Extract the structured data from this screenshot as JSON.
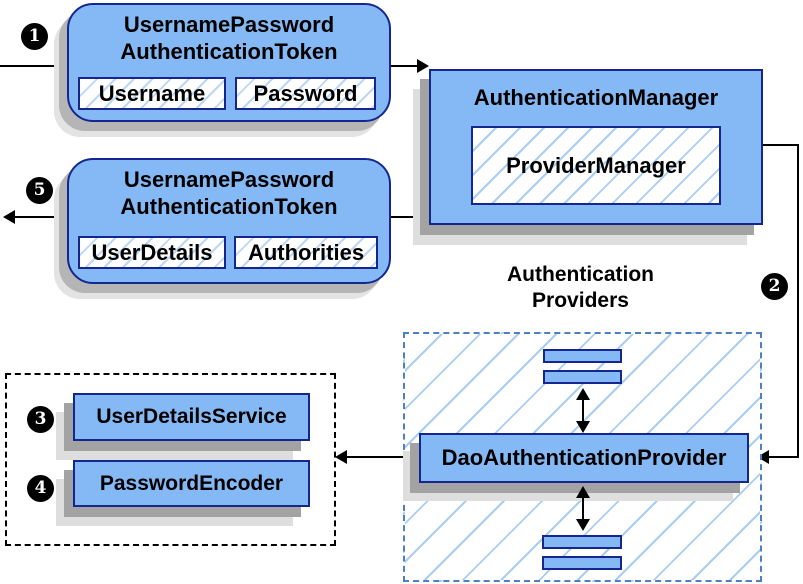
{
  "steps": {
    "s1": "1",
    "s2": "2",
    "s3": "3",
    "s4": "4",
    "s5": "5"
  },
  "request_token": {
    "title_line1": "UsernamePassword",
    "title_line2": "AuthenticationToken",
    "field_username": "Username",
    "field_password": "Password"
  },
  "authentication_manager": {
    "title": "AuthenticationManager",
    "provider_manager": "ProviderManager"
  },
  "result_token": {
    "title_line1": "UsernamePassword",
    "title_line2": "AuthenticationToken",
    "field_user_details": "UserDetails",
    "field_authorities": "Authorities"
  },
  "authentication_providers": {
    "heading_line1": "Authentication",
    "heading_line2": "Providers",
    "dao_provider": "DaoAuthenticationProvider"
  },
  "services": {
    "user_details_service": "UserDetailsService",
    "password_encoder": "PasswordEncoder"
  },
  "colors": {
    "node_fill": "#85B9F5",
    "node_border": "#15278F",
    "hatch_line": "#A9CDF2",
    "providers_dashed_border": "#4E7FC1",
    "services_dotted_border": "#000000",
    "connector": "#000000",
    "shadow": "#A3A3A3"
  }
}
